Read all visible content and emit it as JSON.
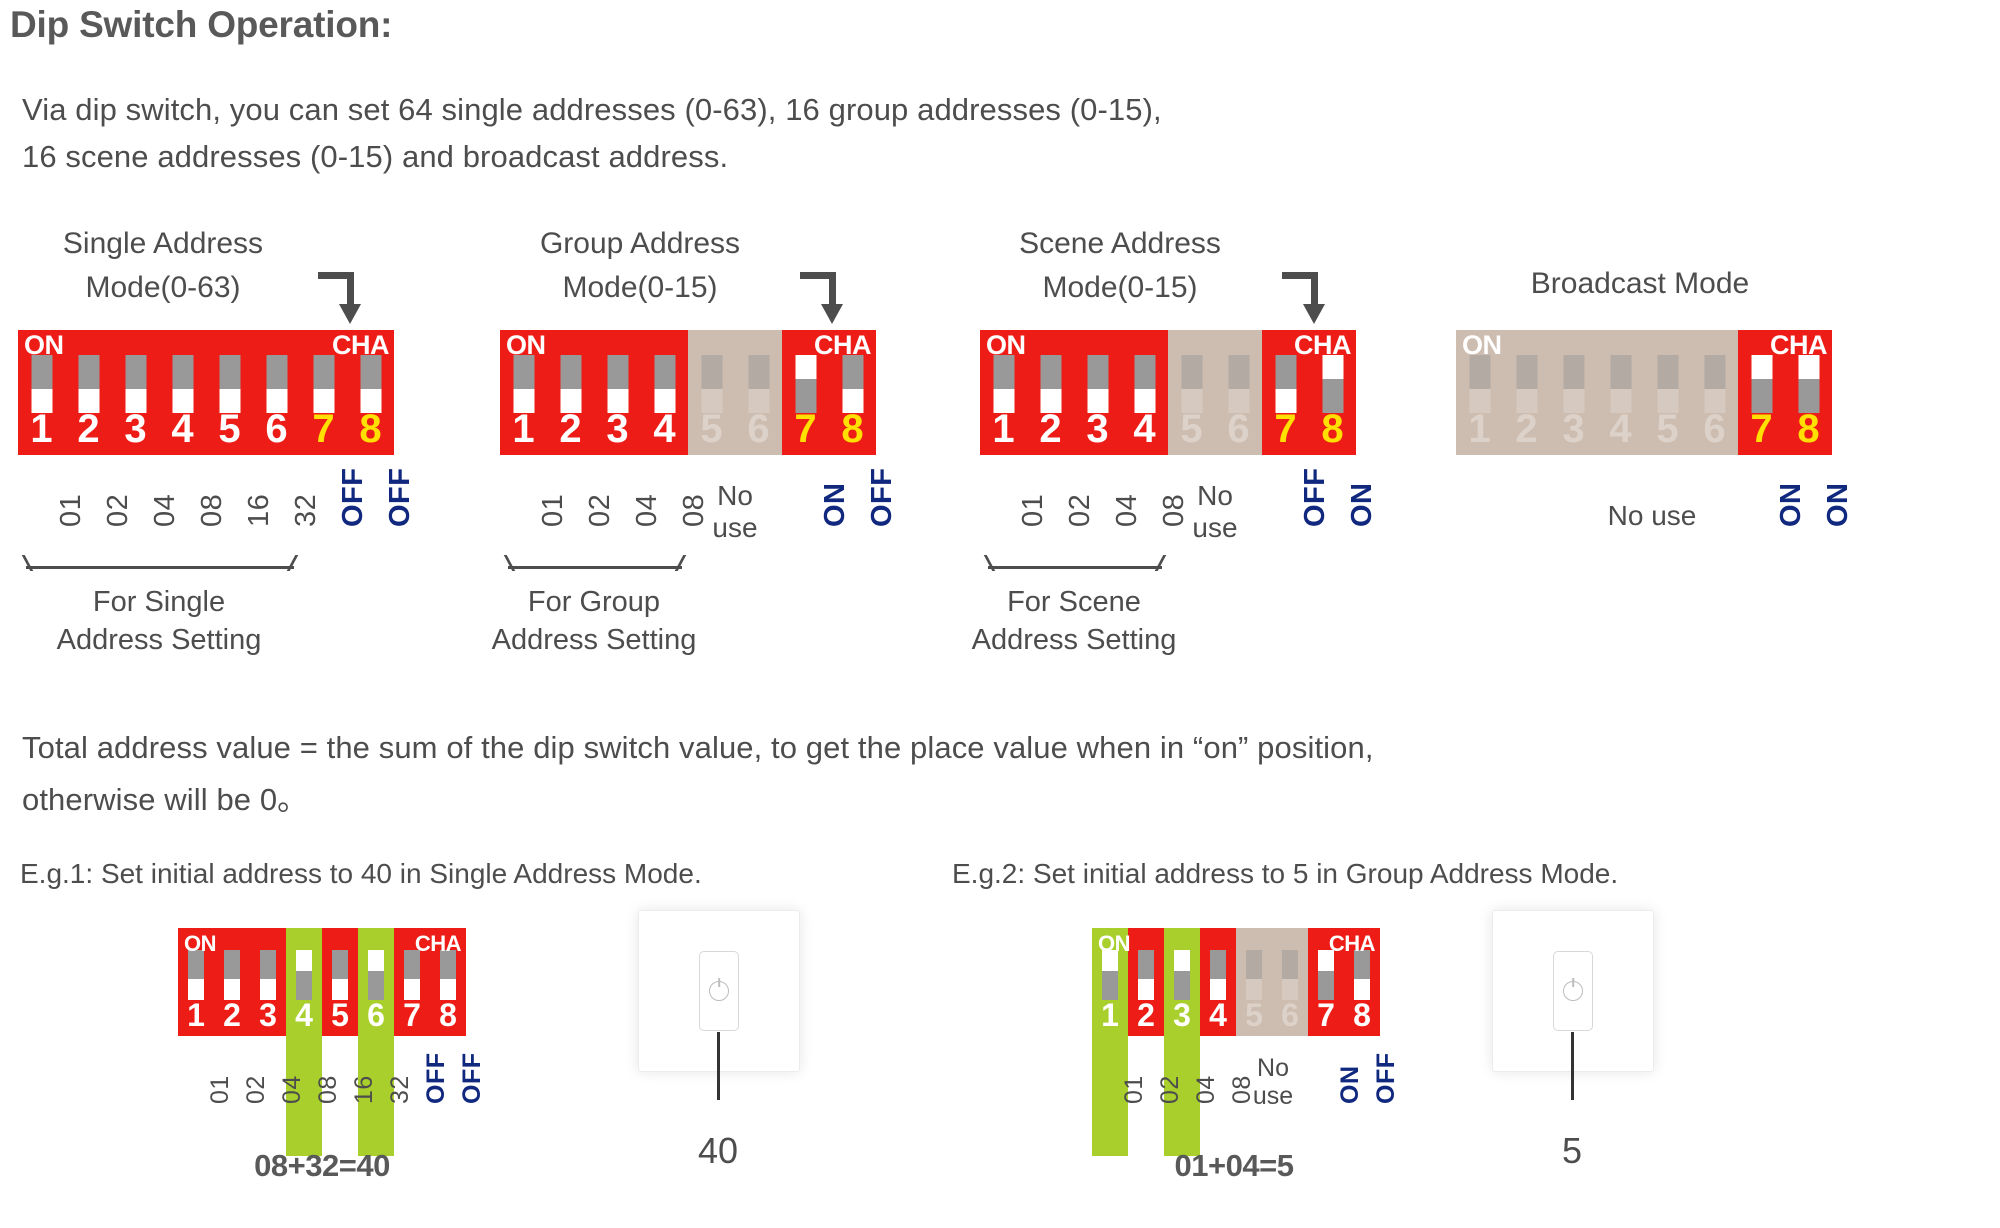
{
  "title": "Dip Switch Operation:",
  "intro": "Via dip switch, you can set 64 single addresses (0-63), 16 group addresses (0-15),\n16 scene addresses (0-15) and broadcast address.",
  "total_note": "Total address value = the sum of the dip switch value, to get the place value when in “on” position,\notherwise will be 0。",
  "modes": [
    {
      "heading": "Single Address\nMode(0-63)",
      "on_caption": "ON",
      "cha_caption": "CHA",
      "numbers": [
        "1",
        "2",
        "3",
        "4",
        "5",
        "6",
        "7",
        "8"
      ],
      "states": [
        "off",
        "off",
        "off",
        "off",
        "off",
        "off",
        "off",
        "off"
      ],
      "dimmed": [
        false,
        false,
        false,
        false,
        false,
        false,
        false,
        false
      ],
      "labels": [
        "01",
        "02",
        "04",
        "08",
        "16",
        "32",
        "OFF",
        "OFF"
      ],
      "no_use": null,
      "bracket_label": "For Single\nAddress Setting"
    },
    {
      "heading": "Group Address\nMode(0-15)",
      "on_caption": "ON",
      "cha_caption": "CHA",
      "numbers": [
        "1",
        "2",
        "3",
        "4",
        "5",
        "6",
        "7",
        "8"
      ],
      "states": [
        "off",
        "off",
        "off",
        "off",
        "off",
        "off",
        "on",
        "off"
      ],
      "dimmed": [
        false,
        false,
        false,
        false,
        true,
        true,
        false,
        false
      ],
      "labels": [
        "01",
        "02",
        "04",
        "08",
        "",
        "",
        "ON",
        "OFF"
      ],
      "no_use": "No\nuse",
      "bracket_label": "For Group\nAddress Setting"
    },
    {
      "heading": "Scene Address\nMode(0-15)",
      "on_caption": "ON",
      "cha_caption": "CHA",
      "numbers": [
        "1",
        "2",
        "3",
        "4",
        "5",
        "6",
        "7",
        "8"
      ],
      "states": [
        "off",
        "off",
        "off",
        "off",
        "off",
        "off",
        "off",
        "on"
      ],
      "dimmed": [
        false,
        false,
        false,
        false,
        true,
        true,
        false,
        false
      ],
      "labels": [
        "01",
        "02",
        "04",
        "08",
        "",
        "",
        "OFF",
        "ON"
      ],
      "no_use": "No\nuse",
      "bracket_label": "For Scene\nAddress Setting"
    },
    {
      "heading": "Broadcast Mode",
      "on_caption": "ON",
      "cha_caption": "CHA",
      "numbers": [
        "1",
        "2",
        "3",
        "4",
        "5",
        "6",
        "7",
        "8"
      ],
      "states": [
        "off",
        "off",
        "off",
        "off",
        "off",
        "off",
        "on",
        "on"
      ],
      "dimmed": [
        true,
        true,
        true,
        true,
        true,
        true,
        false,
        false
      ],
      "labels": [
        "",
        "",
        "",
        "",
        "",
        "",
        "ON",
        "ON"
      ],
      "no_use": "No use",
      "bracket_label": null
    }
  ],
  "examples": [
    {
      "caption": "E.g.1: Set initial address to 40 in Single Address Mode.",
      "on_caption": "ON",
      "cha_caption": "CHA",
      "numbers": [
        "1",
        "2",
        "3",
        "4",
        "5",
        "6",
        "7",
        "8"
      ],
      "states": [
        "off",
        "off",
        "off",
        "on",
        "off",
        "on",
        "off",
        "off"
      ],
      "highlight": [
        false,
        false,
        false,
        true,
        false,
        true,
        false,
        false
      ],
      "dimmed": [
        false,
        false,
        false,
        false,
        false,
        false,
        false,
        false
      ],
      "labels": [
        "01",
        "02",
        "04",
        "08",
        "16",
        "32",
        "OFF",
        "OFF"
      ],
      "no_use": null,
      "sum": "08+32=40",
      "result": "40"
    },
    {
      "caption": "E.g.2: Set initial address to 5 in Group Address Mode.",
      "on_caption": "ON",
      "cha_caption": "CHA",
      "numbers": [
        "1",
        "2",
        "3",
        "4",
        "5",
        "6",
        "7",
        "8"
      ],
      "states": [
        "on",
        "off",
        "on",
        "off",
        "off",
        "off",
        "on",
        "off"
      ],
      "highlight": [
        true,
        false,
        true,
        false,
        false,
        false,
        false,
        false
      ],
      "dimmed": [
        false,
        false,
        false,
        false,
        true,
        true,
        false,
        false
      ],
      "labels": [
        "01",
        "02",
        "04",
        "08",
        "",
        "",
        "ON",
        "OFF"
      ],
      "no_use": "No\nuse",
      "sum": "01+04=5",
      "result": "5"
    }
  ],
  "colors": {
    "dip_red": "#ee1c16",
    "dip_dim": "#cdbcb0",
    "highlight_green": "#a8cf2b",
    "number_yellow": "#ffe000",
    "label_blue": "#11287f",
    "text_grey": "#4d4d4d"
  },
  "icons": {
    "power": "power-icon",
    "arrow": "arrow-down-icon"
  }
}
